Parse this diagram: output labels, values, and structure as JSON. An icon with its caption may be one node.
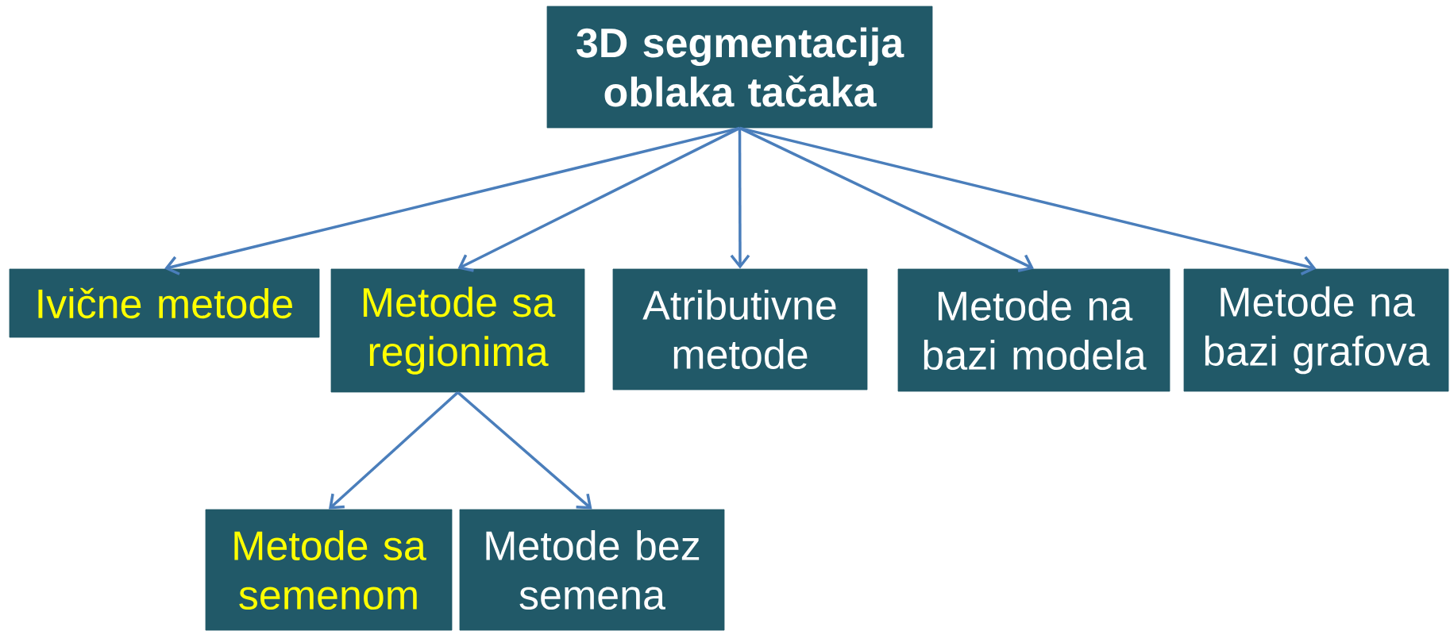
{
  "diagram": {
    "nodes": [
      {
        "text": [
          "3D segmentacija oblaka tačaka"
        ]
      },
      {
        "text": [
          "Ivične metode"
        ]
      },
      {
        "text": [
          "Metode sa regionima"
        ]
      },
      {
        "text": [
          "Atributivne metode"
        ]
      },
      {
        "text": [
          "Metode na bazi modela"
        ]
      },
      {
        "text": [
          "Metode na bazi grafova"
        ]
      },
      {
        "text": [
          "Metode sa semenom"
        ]
      },
      {
        "text": [
          "Metode bez semena"
        ]
      }
    ],
    "edges": [
      {
        "from": 0,
        "to": 1,
        "arrow": "to"
      },
      {
        "from": 0,
        "to": 2,
        "arrow": "to"
      },
      {
        "from": 0,
        "to": 3,
        "arrow": "to"
      },
      {
        "from": 0,
        "to": 4,
        "arrow": "to"
      },
      {
        "from": 0,
        "to": 5,
        "arrow": "to"
      },
      {
        "from": 2,
        "to": 6,
        "arrow": "to"
      },
      {
        "from": 2,
        "to": 7,
        "arrow": "to"
      }
    ]
  }
}
